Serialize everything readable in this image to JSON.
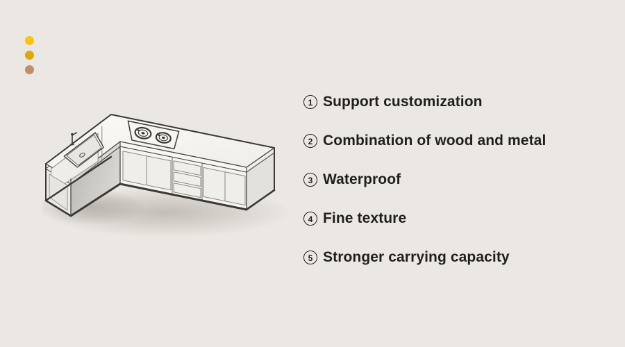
{
  "page": {
    "background": "#ebe8e3",
    "text_color": "#211f1d",
    "line_color": "#4b4844"
  },
  "decor_dots": {
    "items": [
      {
        "color": "#f9c30f"
      },
      {
        "color": "#dcaa0e"
      },
      {
        "color": "#bd9065"
      }
    ]
  },
  "illustration": {
    "label": "L-shaped kitchen cabinet line drawing with sink, faucet, two-burner cooktop, cabinet doors and drawers"
  },
  "features": {
    "items": [
      {
        "number": "1",
        "label": "Support customization"
      },
      {
        "number": "2",
        "label": "Combination of wood and metal"
      },
      {
        "number": "3",
        "label": "Waterproof"
      },
      {
        "number": "4",
        "label": "Fine texture"
      },
      {
        "number": "5",
        "label": "Stronger carrying capacity"
      }
    ]
  }
}
